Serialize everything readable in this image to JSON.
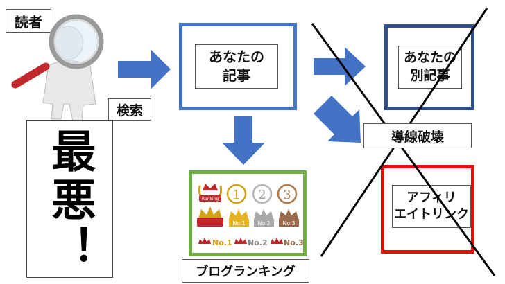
{
  "labels": {
    "reader": "読者",
    "search": "検索",
    "worst": "最悪！",
    "your_article": "あなたの\n記事",
    "other_article": "あなたの\n別記事",
    "broken_flow": "導線破壊",
    "affiliate": "アフィリ\nエイトリンク",
    "blog_ranking": "ブログランキング"
  },
  "badges": {
    "row1": [
      "1",
      "2",
      "3"
    ],
    "row2": [
      "No.1",
      "No.2",
      "No.3"
    ],
    "row3": [
      "No.1",
      "No.2",
      "No.3"
    ],
    "ranking_banner": "Ranking"
  },
  "colors": {
    "arrow": "#4472c4",
    "article_box": "#4472c4",
    "other_box": "#2f4f8f",
    "ranking_box": "#70ad47",
    "affiliate_box": "#e01010",
    "gold": "#d4a017",
    "silver": "#b5b5b5",
    "bronze": "#b07a4a",
    "crown_red": "#c0282d"
  }
}
